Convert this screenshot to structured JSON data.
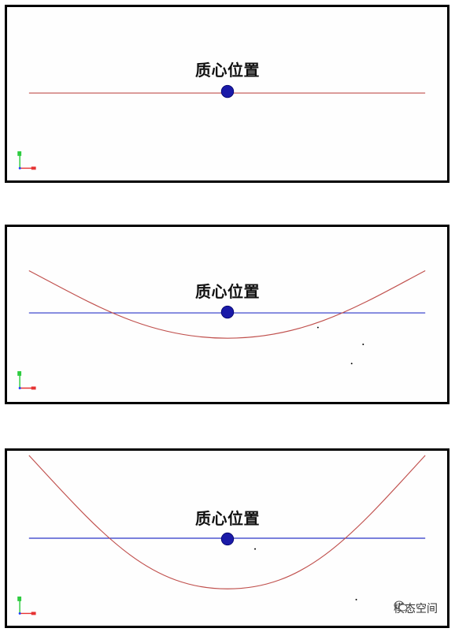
{
  "colors": {
    "frame": "#000000",
    "curve": "#c0504d",
    "reference_line_red": "#c0504d",
    "reference_line_blue": "#2b35c8",
    "center_of_mass": "#1a1aa8",
    "axis_y": "#2ecc40",
    "axis_x": "#e63232",
    "axis_z": "#1e3cff"
  },
  "panels": [
    {
      "label": "质心位置",
      "reference_line_color": "red",
      "deflection": 0.0
    },
    {
      "label": "质心位置",
      "reference_line_color": "blue",
      "deflection": 0.35
    },
    {
      "label": "质心位置",
      "reference_line_color": "blue",
      "deflection": 0.75
    }
  ],
  "watermark": {
    "icon": "wechat-icon",
    "text": "模态空间"
  }
}
